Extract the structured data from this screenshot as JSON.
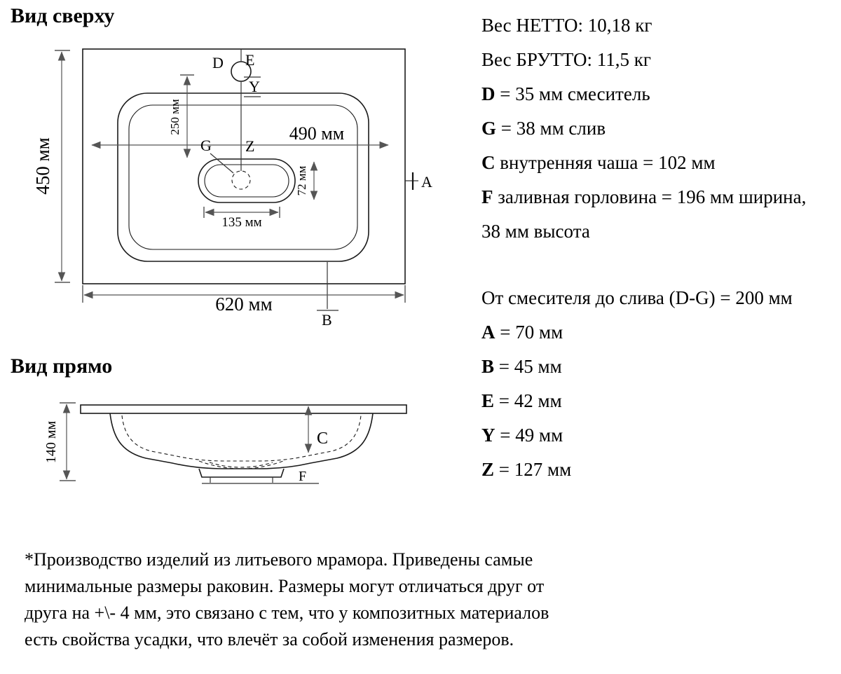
{
  "page": {
    "top_view_title": "Вид сверху",
    "front_view_title": "Вид прямо",
    "note": "*Производство изделий из литьевого мрамора. Приведены самые минимальные размеры раковин. Размеры могут отличаться друг от друга на +\\- 4 мм, это связано с тем, что у композитных материалов есть свойства усадки, что влечёт за собой изменения размеров."
  },
  "top_view": {
    "dim_height": "450 мм",
    "dim_width_outer": "620 мм",
    "dim_width_inner": "490 мм",
    "dim_faucet_offset": "250 мм",
    "dim_basin_width": "135 мм",
    "dim_basin_depth": "72 мм",
    "label_d": "D",
    "label_e": "E",
    "label_y": "Y",
    "label_g": "G",
    "label_z": "Z",
    "label_a": "A",
    "label_b": "B"
  },
  "front_view": {
    "dim_height": "140 мм",
    "label_c": "C",
    "label_f": "F"
  },
  "specs": [
    {
      "bold": "",
      "rest": "Вес НЕТТО: 10,18 кг"
    },
    {
      "bold": "",
      "rest": "Вес БРУТТО: 11,5 кг"
    },
    {
      "bold": "D",
      "rest": " = 35 мм смеситель"
    },
    {
      "bold": "G",
      "rest": " = 38 мм слив"
    },
    {
      "bold": "C",
      "rest": " внутренняя чаша = 102 мм"
    },
    {
      "bold": "F",
      "rest": " заливная горловина = 196 мм ширина,",
      "rest2": "38 мм высота"
    },
    {
      "bold": "",
      "rest": "От смесителя до слива (D-G) = 200 мм"
    },
    {
      "bold": "A",
      "rest": " = 70 мм"
    },
    {
      "bold": "B",
      "rest": " = 45 мм"
    },
    {
      "bold": "E",
      "rest": " = 42 мм"
    },
    {
      "bold": "Y",
      "rest": " = 49 мм"
    },
    {
      "bold": "Z",
      "rest": " = 127 мм"
    }
  ]
}
